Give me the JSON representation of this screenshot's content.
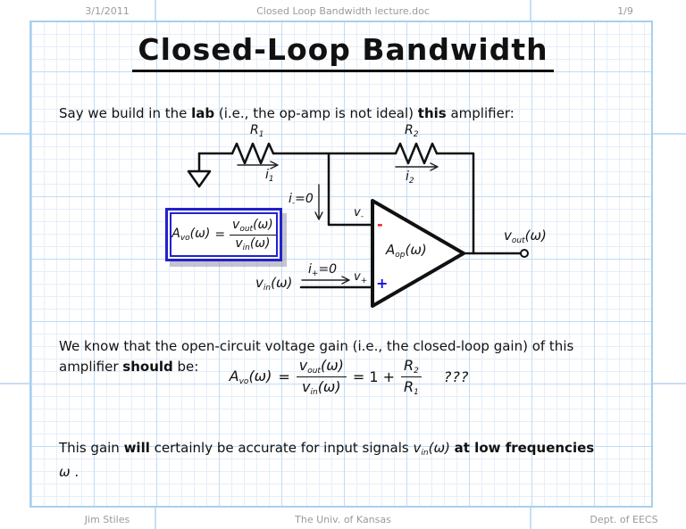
{
  "header": {
    "date": "3/1/2011",
    "doc_title": "Closed Loop Bandwidth lecture.doc",
    "page_number": "1/9"
  },
  "footer": {
    "author": "Jim Stiles",
    "institution": "The Univ. of Kansas",
    "department": "Dept. of EECS"
  },
  "title": "Closed-Loop Bandwidth",
  "intro": {
    "s0": "Say we build in the ",
    "s1": "lab",
    "s2": " (i.e., the op-amp is not ideal) ",
    "s3": "this",
    "s4": " amplifier:"
  },
  "circuit": {
    "r1": {
      "v": "R",
      "sub": "1"
    },
    "r2": {
      "v": "R",
      "sub": "2"
    },
    "i1": {
      "v": "i",
      "sub": "1"
    },
    "i2": {
      "v": "i",
      "sub": "2"
    },
    "i_minus": {
      "v": "i",
      "sub": "-",
      "rest": "=0"
    },
    "i_plus": {
      "v": "i",
      "sub": "+",
      "rest": "=0"
    },
    "v_minus": {
      "v": "v",
      "sub": "-"
    },
    "v_plus": {
      "v": "v",
      "sub": "+"
    },
    "a_op": {
      "v": "A",
      "sub": "op",
      "arg": "(ω)"
    },
    "v_in": {
      "v": "v",
      "sub": "in",
      "arg": "(ω)"
    },
    "v_out": {
      "v": "v",
      "sub": "out",
      "arg": "(ω)"
    },
    "minus_sign": "-",
    "plus_sign": "+"
  },
  "boxed_equation": {
    "lhs": {
      "v": "A",
      "sub": "vo",
      "arg": "(ω)"
    },
    "equals": "=",
    "numerator": {
      "v": "v",
      "sub": "out",
      "arg": "(ω)"
    },
    "denominator": {
      "v": "v",
      "sub": "in",
      "arg": "(ω)"
    }
  },
  "body2": {
    "line1": "We know that the open-circuit voltage gain (i.e., the closed-loop gain) of this",
    "s0": "amplifier ",
    "s1": "should",
    "s2": " be:"
  },
  "main_equation": {
    "lhs": {
      "v": "A",
      "sub": "vo",
      "arg": "(ω)"
    },
    "equals": "=",
    "numerator": {
      "v": "v",
      "sub": "out",
      "arg": "(ω)"
    },
    "denominator": {
      "v": "v",
      "sub": "in",
      "arg": "(ω)"
    },
    "equals2": "= 1 +",
    "numerator2": {
      "v": "R",
      "sub": "2"
    },
    "denominator2": {
      "v": "R",
      "sub": "1"
    },
    "question": "???"
  },
  "closing": {
    "s0": "This gain ",
    "s1": "will",
    "s2": " certainly be accurate for input signals ",
    "vin": {
      "v": "v",
      "sub": "in",
      "arg": "(ω)"
    },
    "s3": " ",
    "s4": "at low frequencies",
    "line2": {
      "omega": "ω",
      "period": " ."
    }
  },
  "colors": {
    "grid_minor": "#e4eefa",
    "grid_major": "#c2dcf4",
    "grid_border": "#a8d0ee",
    "box_border": "#2222cc",
    "opamp_minus": "#ee1111",
    "opamp_plus": "#1111ee",
    "muted_text": "#9a9a9a",
    "ink": "#111111"
  }
}
